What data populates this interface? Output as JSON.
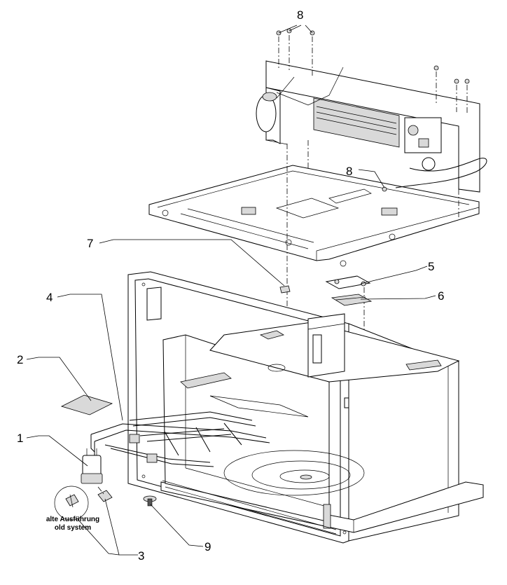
{
  "callouts": {
    "c1": "1",
    "c2": "2",
    "c3": "3",
    "c4": "4",
    "c5": "5",
    "c6": "6",
    "c7": "7",
    "c8_top": "8",
    "c8_mid": "8",
    "c9": "9"
  },
  "old_system_note": {
    "line1": "alte Ausführung",
    "line2": "old system"
  }
}
